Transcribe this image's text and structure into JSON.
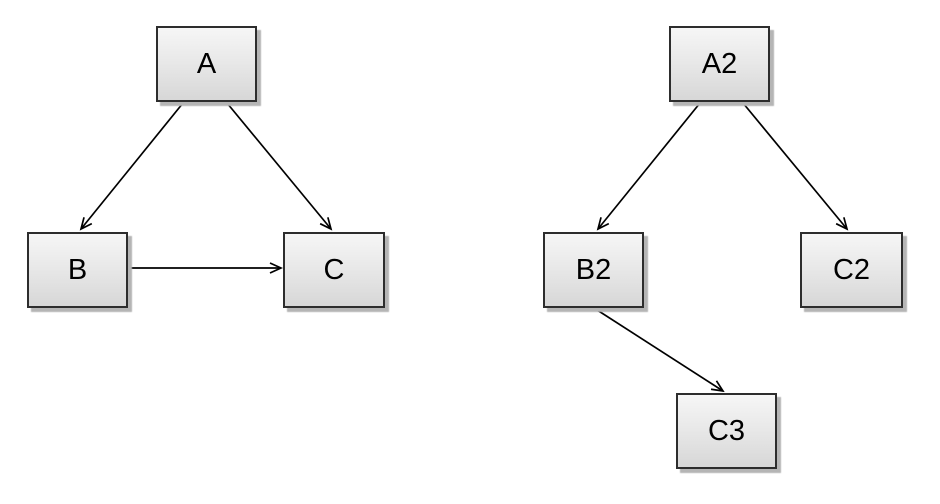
{
  "diagram": {
    "background_color": "#ffffff",
    "node_style": {
      "border_color": "#2d2d2d",
      "fill_top": "#f6f6f6",
      "fill_bottom": "#d7d7d7",
      "shadow_color": "#b5b5b5",
      "text_color": "#000000"
    },
    "edge_style": {
      "color": "#000000",
      "arrowhead": "open-v"
    },
    "left_graph": {
      "nodes": [
        {
          "id": "A",
          "label": "A"
        },
        {
          "id": "B",
          "label": "B"
        },
        {
          "id": "C",
          "label": "C"
        }
      ],
      "edges": [
        {
          "from": "A",
          "to": "B"
        },
        {
          "from": "A",
          "to": "C"
        },
        {
          "from": "B",
          "to": "C"
        }
      ]
    },
    "right_graph": {
      "nodes": [
        {
          "id": "A2",
          "label": "A2"
        },
        {
          "id": "B2",
          "label": "B2"
        },
        {
          "id": "C2",
          "label": "C2"
        },
        {
          "id": "C3",
          "label": "C3"
        }
      ],
      "edges": [
        {
          "from": "A2",
          "to": "B2"
        },
        {
          "from": "A2",
          "to": "C2"
        },
        {
          "from": "B2",
          "to": "C3"
        }
      ]
    }
  }
}
